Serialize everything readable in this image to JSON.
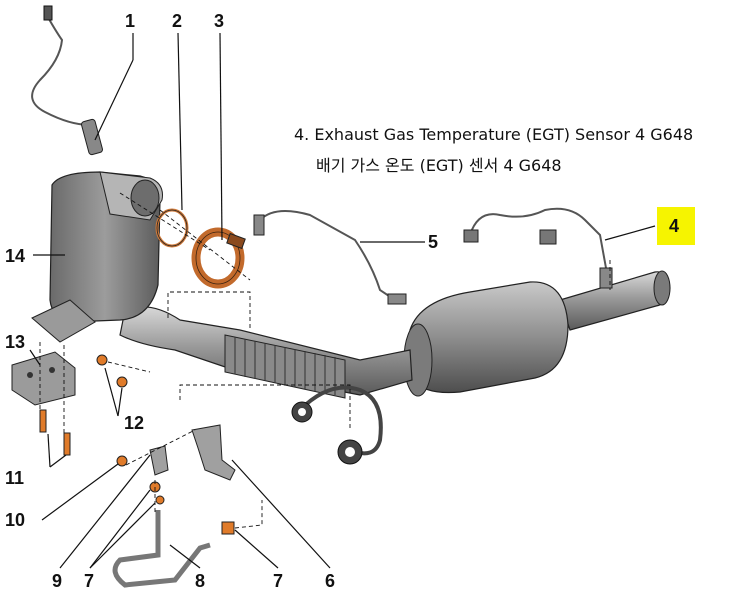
{
  "caption": {
    "english": "4. Exhaust Gas Temperature (EGT) Sensor 4 G648",
    "korean": "배기 가스 온도 (EGT) 센서 4 G648"
  },
  "callouts": [
    "1",
    "2",
    "3",
    "4",
    "5",
    "6",
    "7",
    "7",
    "8",
    "9",
    "10",
    "11",
    "12",
    "13",
    "14"
  ],
  "highlighted_callout": "4",
  "colors": {
    "highlight": "#f6f400",
    "gasket": "#d07a3a",
    "nut": "#e07b2a",
    "line": "#111111"
  }
}
